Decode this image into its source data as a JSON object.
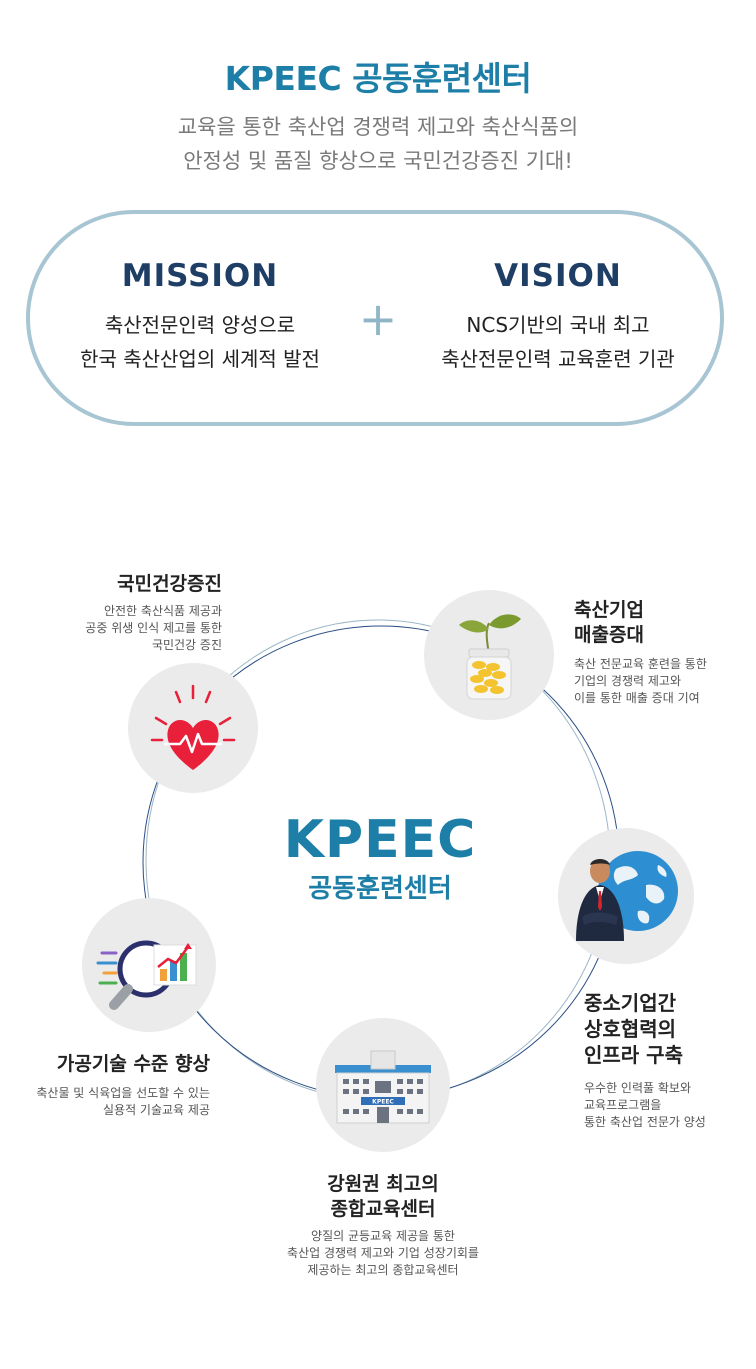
{
  "header": {
    "title": "KPEEC 공동훈련센터",
    "subtitle_line1": "교육을 통한 축산업 경쟁력 제고와 축산식품의",
    "subtitle_line2": "안정성 및 품질 향상으로 국민건강증진 기대!"
  },
  "mission": {
    "heading": "MISSION",
    "line1": "축산전문인력 양성으로",
    "line2": "한국 축산산업의 세계적 발전"
  },
  "plus_symbol": "+",
  "vision": {
    "heading": "VISION",
    "line1": "NCS기반의 국내 최고",
    "line2": "축산전문인력 교육훈련 기관"
  },
  "center": {
    "logo": "KPEEC",
    "sub": "공동훈련센터"
  },
  "features": {
    "health": {
      "icon": "heart-pulse-icon",
      "title": "국민건강증진",
      "desc1": "안전한 축산식품 제공과",
      "desc2": "공중 위생 인식 제고를 통한",
      "desc3": "국민건강 증진"
    },
    "sales": {
      "icon": "sprout-jar-icon",
      "title1": "축산기업",
      "title2": "매출증대",
      "desc1": "축산 전문교육 훈련을 통한",
      "desc2": "기업의 경쟁력 제고와",
      "desc3": "이를 통한 매출 증대 기여"
    },
    "network": {
      "icon": "globe-businessman-icon",
      "title1": "중소기업간",
      "title2": "상호협력의",
      "title3": "인프라 구축",
      "desc1": "우수한 인력풀 확보와",
      "desc2": "교육프로그램을",
      "desc3": "통한 축산업 전문가 양성"
    },
    "center_building": {
      "icon": "building-icon",
      "sign": "KPEEC",
      "title1": "강원권 최고의",
      "title2": "종합교육센터",
      "desc1": "양질의 균등교육 제공을 통한",
      "desc2": "축산업 경쟁력 제고와 기업 성장기회를",
      "desc3": "제공하는 최고의 종합교육센터"
    },
    "processing": {
      "icon": "magnifier-chart-icon",
      "title": "가공기술 수준 향상",
      "desc1": "축산물 및 식육업을 선도할 수 있는",
      "desc2": "실용적 기술교육 제공"
    }
  },
  "colors": {
    "brand": "#1d7fa8",
    "navy": "#1f3e66",
    "pill_border": "#a7c5d2",
    "heart": "#e8203a",
    "circle_bg": "#ebebeb"
  }
}
